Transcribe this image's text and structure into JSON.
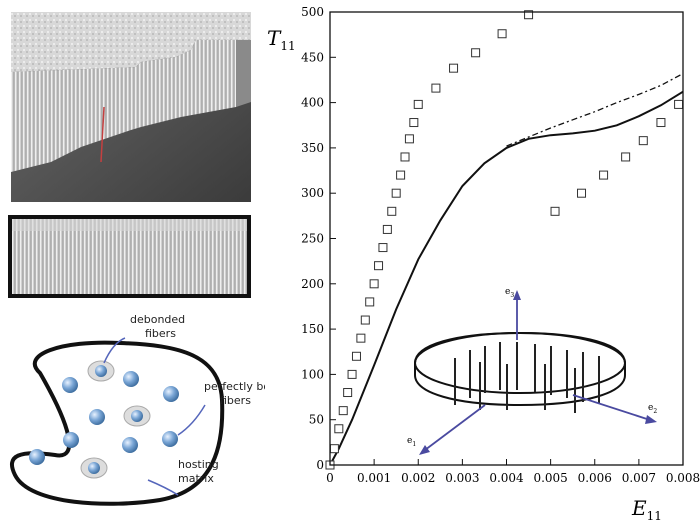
{
  "sketch": {
    "label_debonded": [
      "debonded",
      "fibers"
    ],
    "label_bonded": [
      "perfectly bonded",
      "fibers"
    ],
    "label_matrix": [
      "hosting",
      "matrix"
    ]
  },
  "inset": {
    "axis_labels": [
      "e",
      "e",
      "e"
    ],
    "axis_subscripts": [
      "3",
      "2",
      "1"
    ]
  },
  "chart_data": {
    "type": "line",
    "ylabel": "T",
    "ylabel_sub": "11",
    "xlabel": "E",
    "xlabel_sub": "11",
    "xlim": [
      0,
      0.008
    ],
    "ylim": [
      0,
      500
    ],
    "x_ticks": [
      "0",
      "0.001",
      "0.002",
      "0.003",
      "0.004",
      "0.005",
      "0.006",
      "0.007",
      "0.008"
    ],
    "y_ticks": [
      "0",
      "50",
      "100",
      "150",
      "200",
      "250",
      "300",
      "350",
      "400",
      "450",
      "500"
    ],
    "series": [
      {
        "style": "solid",
        "x": [
          0,
          0.0002,
          0.0005,
          0.001,
          0.0015,
          0.002,
          0.0025,
          0.003,
          0.0035,
          0.004,
          0.0045,
          0.005,
          0.0055,
          0.006,
          0.0065,
          0.007,
          0.0075,
          0.008
        ],
        "y": [
          0,
          18,
          50,
          110,
          172,
          227,
          270,
          308,
          333,
          350,
          360,
          364,
          366,
          369,
          375,
          385,
          397,
          412
        ]
      },
      {
        "style": "dash-dot",
        "x": [
          0.004,
          0.0045,
          0.005,
          0.0055,
          0.006,
          0.0065,
          0.007,
          0.0075,
          0.008
        ],
        "y": [
          352,
          362,
          372,
          381,
          390,
          400,
          409,
          419,
          432
        ]
      },
      {
        "style": "square-markers",
        "x": [
          0,
          0.0001,
          0.0002,
          0.0003,
          0.0004,
          0.0005,
          0.0006,
          0.0007,
          0.0008,
          0.0009,
          0.001,
          0.0011,
          0.0012,
          0.0013,
          0.0014,
          0.0015,
          0.0016,
          0.0017,
          0.0018,
          0.0019,
          0.002,
          0.0024,
          0.0028,
          0.0033,
          0.0039,
          0.0045,
          0.0051,
          0.0057,
          0.0062,
          0.0067,
          0.0071,
          0.0075,
          0.0079
        ],
        "y": [
          0,
          18,
          40,
          60,
          80,
          100,
          120,
          140,
          160,
          180,
          200,
          220,
          240,
          260,
          280,
          300,
          320,
          340,
          360,
          378,
          398,
          416,
          438,
          455,
          476,
          497,
          280,
          300,
          320,
          340,
          358,
          378,
          398
        ]
      }
    ]
  }
}
